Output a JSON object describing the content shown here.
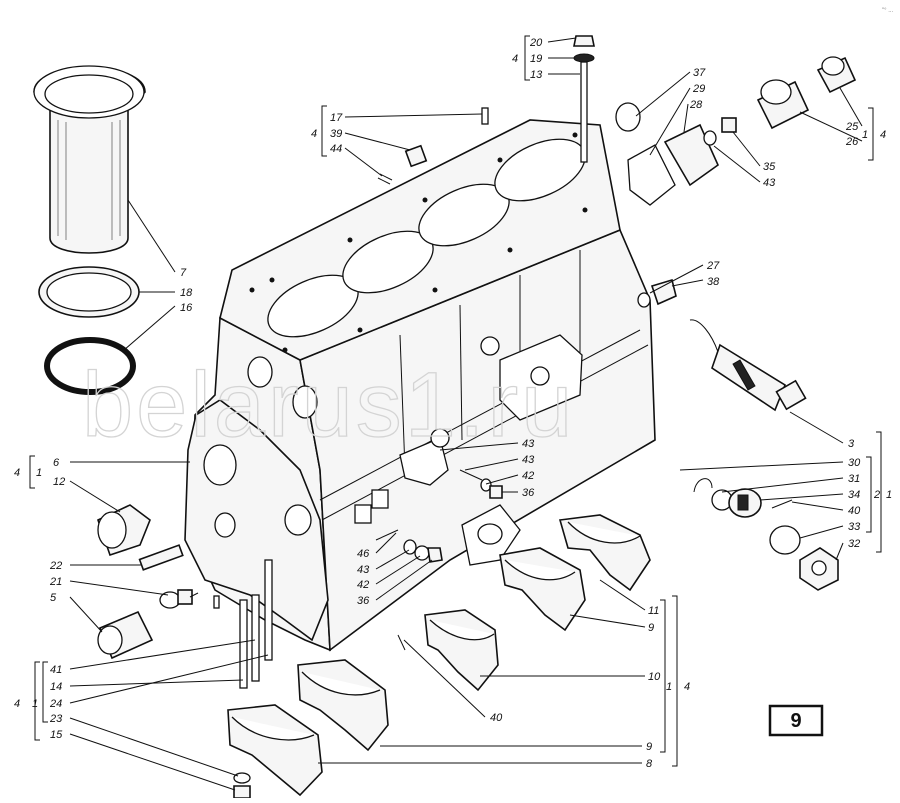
{
  "watermark": "belarus1.ru",
  "corner_mark": "\"° ...",
  "figure_number": "9",
  "labels": {
    "l20": "20",
    "l19": "19",
    "l13": "13",
    "g4_top": "4",
    "l37": "37",
    "l29": "29",
    "l28": "28",
    "l35": "35",
    "l43a": "43",
    "l25": "25",
    "l26": "26",
    "g1_tr": "1",
    "g4_tr": "4",
    "l17": "17",
    "l39": "39",
    "l44": "44",
    "g4_17": "4",
    "l7": "7",
    "l18": "18",
    "l16": "16",
    "l27": "27",
    "l38": "38",
    "l6": "6",
    "l12": "12",
    "g4_6": "4",
    "g1_6": "1",
    "l43b": "43",
    "l43c": "43",
    "l42a": "42",
    "l36a": "36",
    "l3": "3",
    "l30": "30",
    "l31": "31",
    "l34": "34",
    "l40a": "40",
    "l33": "33",
    "l32": "32",
    "g2_r": "2",
    "g1_r": "1",
    "l22": "22",
    "l21": "21",
    "l5": "5",
    "l46": "46",
    "l43d": "43",
    "l42b": "42",
    "l36b": "36",
    "l11": "11",
    "l9a": "9",
    "l10": "10",
    "g1_b": "1",
    "g4_b": "4",
    "l41": "41",
    "l14": "14",
    "l24": "24",
    "l23": "23",
    "l15": "15",
    "g4_l": "4",
    "g1_l": "1",
    "l40b": "40",
    "l9b": "9",
    "l8": "8"
  }
}
